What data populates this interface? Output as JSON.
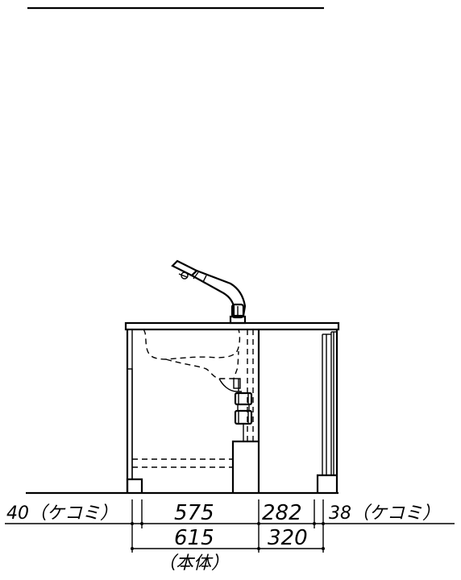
{
  "dimensions": {
    "left_kick": "40（ケコミ）",
    "body_left": "575",
    "body_right_top": "282",
    "right_kick": "38（ケコミ）",
    "body_total": "615",
    "body_right_bottom": "320",
    "body_label": "（本体）"
  }
}
